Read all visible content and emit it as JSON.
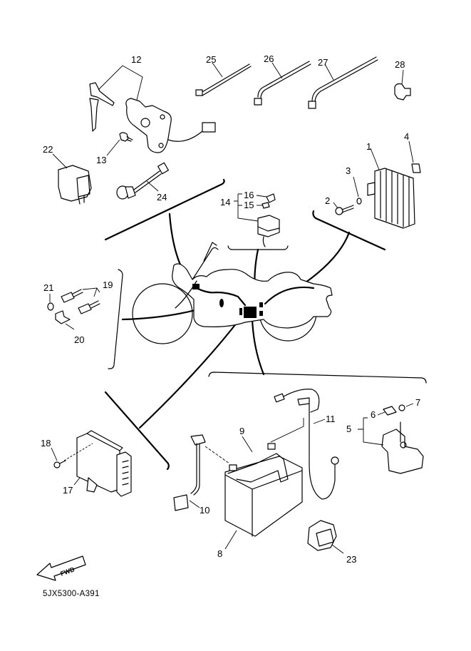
{
  "diagram": {
    "title_code": "5JX5300-A391",
    "direction_indicator": "FWD",
    "callouts": [
      {
        "id": "1",
        "label": "1"
      },
      {
        "id": "2",
        "label": "2"
      },
      {
        "id": "3",
        "label": "3"
      },
      {
        "id": "4",
        "label": "4"
      },
      {
        "id": "5",
        "label": "5"
      },
      {
        "id": "6",
        "label": "6"
      },
      {
        "id": "7",
        "label": "7"
      },
      {
        "id": "8",
        "label": "8"
      },
      {
        "id": "9",
        "label": "9"
      },
      {
        "id": "10",
        "label": "10"
      },
      {
        "id": "11",
        "label": "11"
      },
      {
        "id": "12",
        "label": "12"
      },
      {
        "id": "13",
        "label": "13"
      },
      {
        "id": "14",
        "label": "14"
      },
      {
        "id": "15",
        "label": "15"
      },
      {
        "id": "16",
        "label": "16"
      },
      {
        "id": "17",
        "label": "17"
      },
      {
        "id": "18",
        "label": "18"
      },
      {
        "id": "19",
        "label": "19"
      },
      {
        "id": "20",
        "label": "20"
      },
      {
        "id": "21",
        "label": "21"
      },
      {
        "id": "22",
        "label": "22"
      },
      {
        "id": "23",
        "label": "23"
      },
      {
        "id": "24",
        "label": "24"
      },
      {
        "id": "25",
        "label": "25"
      },
      {
        "id": "26",
        "label": "26"
      },
      {
        "id": "27",
        "label": "27"
      },
      {
        "id": "28",
        "label": "28"
      }
    ],
    "parts": [
      {
        "callout": "1",
        "icon": "rectifier-regulator-icon"
      },
      {
        "callout": "2",
        "icon": "bolt-icon"
      },
      {
        "callout": "3",
        "icon": "washer-icon"
      },
      {
        "callout": "4",
        "icon": "clip-icon"
      },
      {
        "callout": "5",
        "icon": "starter-relay-icon"
      },
      {
        "callout": "6",
        "icon": "fuse-icon"
      },
      {
        "callout": "7",
        "icon": "screw-icon"
      },
      {
        "callout": "8",
        "icon": "battery-icon"
      },
      {
        "callout": "9",
        "icon": "battery-band-icon"
      },
      {
        "callout": "10",
        "icon": "battery-lead-icon"
      },
      {
        "callout": "11",
        "icon": "negative-lead-icon"
      },
      {
        "callout": "12",
        "icon": "main-switch-icon"
      },
      {
        "callout": "13",
        "icon": "screw-icon"
      },
      {
        "callout": "14",
        "icon": "fuse-box-icon"
      },
      {
        "callout": "15",
        "icon": "fuse-icon"
      },
      {
        "callout": "16",
        "icon": "fuse-icon"
      },
      {
        "callout": "17",
        "icon": "igniter-unit-icon"
      },
      {
        "callout": "18",
        "icon": "bolt-icon"
      },
      {
        "callout": "19",
        "icon": "switch-icon"
      },
      {
        "callout": "20",
        "icon": "bracket-icon"
      },
      {
        "callout": "21",
        "icon": "washer-icon"
      },
      {
        "callout": "22",
        "icon": "relay-icon"
      },
      {
        "callout": "23",
        "icon": "relay-icon"
      },
      {
        "callout": "24",
        "icon": "sensor-icon"
      },
      {
        "callout": "25",
        "icon": "cable-tie-icon"
      },
      {
        "callout": "26",
        "icon": "cable-tie-icon"
      },
      {
        "callout": "27",
        "icon": "cable-tie-icon"
      },
      {
        "callout": "28",
        "icon": "clamp-icon"
      }
    ]
  }
}
